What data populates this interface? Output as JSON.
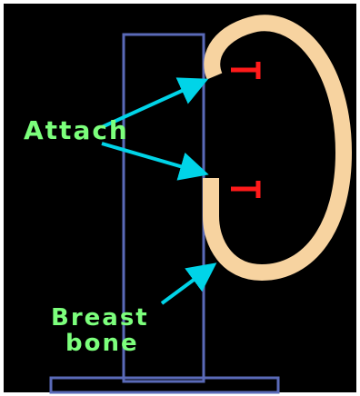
{
  "labels": {
    "attach": "Attach",
    "breast_line1": "Breast",
    "breast_line2": "bone"
  },
  "colors": {
    "background": "#000000",
    "frame": "#000000",
    "bone_outline": "#5A6AB8",
    "cartilage": "#F7D3A0",
    "arrow": "#00D4E8",
    "label_text": "#7CFF7C",
    "marker": "#FF1A1A"
  },
  "icons": {
    "attach_arrow_upper": "arrow-right-up-icon",
    "attach_arrow_lower": "arrow-right-down-icon",
    "breastbone_arrow": "arrow-up-right-icon",
    "marker_upper": "pin-marker-icon",
    "marker_lower": "pin-marker-icon"
  }
}
